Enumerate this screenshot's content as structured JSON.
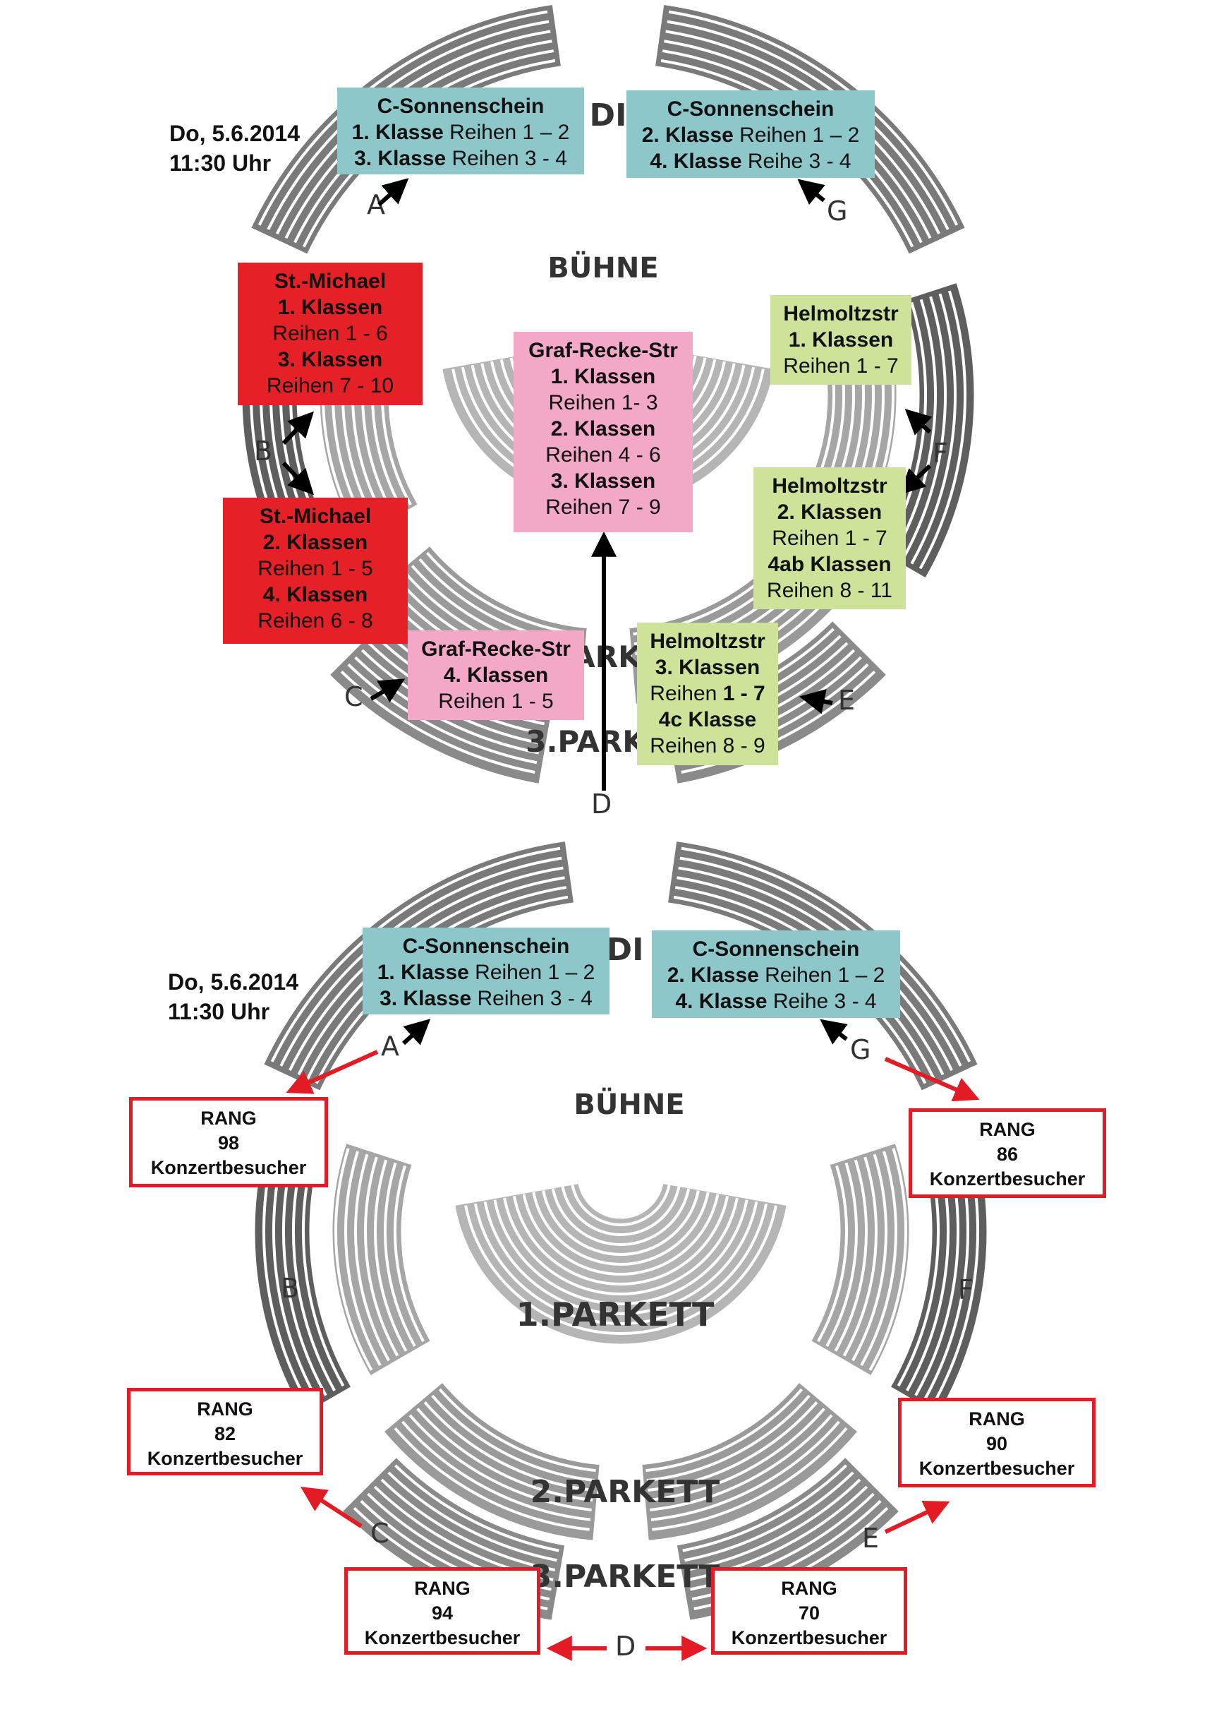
{
  "colors": {
    "teal": "#8dc7ca",
    "red": "#e52026",
    "pink": "#f2a8c6",
    "green": "#cfe29a",
    "rang_border": "#e21b25"
  },
  "top": {
    "date_line1": "Do, 5.6.2014",
    "date_line2": "11:30 Uhr",
    "stage_label": "BÜHNE",
    "stage_fragment": "DI",
    "parkett_fragment_2": "ARK",
    "parkett_fragment_3": "3.PARK",
    "doors": {
      "a": "A",
      "b": "B",
      "c": "C",
      "d": "D",
      "e": "E",
      "f": "F",
      "g": "G"
    },
    "box_a": {
      "title": "C-Sonnenschein",
      "r1_b": "1. Klasse",
      "r1_t": " Reihen 1 – 2",
      "r2_b": "3. Klasse",
      "r2_t": " Reihen 3 - 4"
    },
    "box_g": {
      "title": "C-Sonnenschein",
      "r1_b": "2. Klasse",
      "r1_t": " Reihen 1 – 2",
      "r2_b": "4. Klasse",
      "r2_t": " Reihe 3 - 4"
    },
    "box_b_upper": {
      "l1": "St.-Michael",
      "l2": "1. Klassen",
      "l3": "Reihen 1 - 6",
      "l4": "3. Klassen",
      "l5": "Reihen 7 - 10"
    },
    "box_b_lower": {
      "l1": "St.-Michael",
      "l2": "2. Klassen",
      "l3": "Reihen 1 - 5",
      "l4": "4. Klassen",
      "l5": "Reihen 6 - 8"
    },
    "box_center": {
      "l1": "Graf-Recke-Str",
      "l2": "1. Klassen",
      "l3": "Reihen 1- 3",
      "l4": "2. Klassen",
      "l5": "Reihen 4 - 6",
      "l6": "3. Klassen",
      "l7": "Reihen 7 - 9"
    },
    "box_c": {
      "l1": "Graf-Recke-Str",
      "l2": "4. Klassen",
      "l3": "Reihen 1 - 5"
    },
    "box_f_upper": {
      "l1": "Helmoltzstr",
      "l2": "1. Klassen",
      "l3": "Reihen 1 - 7"
    },
    "box_f_lower": {
      "l1": "Helmoltzstr",
      "l2": "2. Klassen",
      "l3": "Reihen 1 - 7",
      "l4": "4ab Klassen",
      "l5": "Reihen 8 - 11"
    },
    "box_e": {
      "l1": "Helmoltzstr",
      "l2": "3. Klassen",
      "l3a": "Reihen ",
      "l3b": "1 - 7",
      "l4": "4c Klasse",
      "l5": "Reihen 8 - 9"
    }
  },
  "bottom": {
    "date_line1": "Do, 5.6.2014",
    "date_line2": "11:30 Uhr",
    "stage_label": "BÜHNE",
    "stage_fragment": "DI",
    "parkett1": "1.PARKETT",
    "parkett2": "2.PARKETT",
    "parkett3": "3.PARKETT",
    "doors": {
      "a": "A",
      "b": "B",
      "c": "C",
      "d": "D",
      "e": "E",
      "f": "F",
      "g": "G"
    },
    "box_a": {
      "title": "C-Sonnenschein",
      "r1_b": "1. Klasse",
      "r1_t": " Reihen 1 – 2",
      "r2_b": "3. Klasse",
      "r2_t": " Reihen 3 - 4"
    },
    "box_g": {
      "title": "C-Sonnenschein",
      "r1_b": "2. Klasse",
      "r1_t": " Reihen 1 – 2",
      "r2_b": "4. Klasse",
      "r2_t": " Reihe 3 - 4"
    },
    "rang_word": "RANG",
    "visitors_word": "Konzertbesucher",
    "rang_a": {
      "count": "98"
    },
    "rang_g": {
      "count": "86"
    },
    "rang_c": {
      "count": "82"
    },
    "rang_e": {
      "count": "90"
    },
    "rang_d_left": {
      "count": "94"
    },
    "rang_d_right": {
      "count": "70"
    }
  }
}
